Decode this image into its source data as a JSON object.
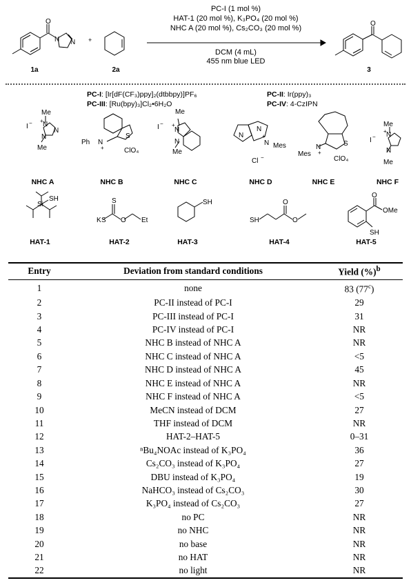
{
  "scheme": {
    "conditions": [
      "PC-I (1 mol %)",
      "HAT-1 (20 mol %), K₃PO₄ (20 mol %)",
      "NHC A (20 mol %), Cs₂CO₃ (20 mol %)",
      "DCM (4 mL)",
      "455 nm blue LED"
    ],
    "compounds": {
      "c1a": "1a",
      "c2a": "2a",
      "c3": "3"
    },
    "plus": "+",
    "atoms": {
      "N": "N",
      "O": "O",
      "S": "S",
      "Si": "Si",
      "SH": "SH",
      "Me": "Me",
      "Mes": "Mes",
      "Ph": "Ph",
      "I": "I",
      "Cl": "Cl",
      "ClO4": "ClO₄",
      "K": "K",
      "Et": "Et",
      "OMe": "OMe",
      "plus": "+",
      "minus": "−"
    }
  },
  "catalysts": {
    "pc1_label": "PC-I",
    "pc1_text": ": [Ir[dF(CF₃)ppy]₂(dtbbpy)]PF₆",
    "pc3_label": "PC-III",
    "pc3_text": ": [Ru(bpy)₃]Cl₂•6H₂O",
    "pc2_label": "PC-II",
    "pc2_text": ": Ir(ppy)₃",
    "pc4_label": "PC-IV",
    "pc4_text": ": 4-CzIPN"
  },
  "nhc_labels": [
    "NHC A",
    "NHC B",
    "NHC C",
    "NHC D",
    "NHC E",
    "NHC F"
  ],
  "hat_labels": [
    "HAT-1",
    "HAT-2",
    "HAT-3",
    "HAT-4",
    "HAT-5"
  ],
  "table": {
    "headers": {
      "entry": "Entry",
      "deviation": "Deviation from standard conditions",
      "yield": "Yield (%)",
      "yield_sup": "b"
    },
    "rows": [
      {
        "entry": "1",
        "deviation": "none",
        "yield": "83 (77",
        "yield_sup": "c",
        "yield_tail": ")"
      },
      {
        "entry": "2",
        "deviation": "PC-II instead of PC-I",
        "yield": "29"
      },
      {
        "entry": "3",
        "deviation": "PC-III instead of PC-I",
        "yield": "31"
      },
      {
        "entry": "4",
        "deviation": "PC-IV instead of PC-I",
        "yield": "NR"
      },
      {
        "entry": "5",
        "deviation": "NHC B instead of NHC A",
        "yield": "NR"
      },
      {
        "entry": "6",
        "deviation": "NHC C instead of NHC A",
        "yield": "<5"
      },
      {
        "entry": "7",
        "deviation": "NHC D instead of NHC A",
        "yield": "45"
      },
      {
        "entry": "8",
        "deviation": "NHC E instead of NHC A",
        "yield": "NR"
      },
      {
        "entry": "9",
        "deviation": "NHC F instead of NHC A",
        "yield": "<5"
      },
      {
        "entry": "10",
        "deviation": "MeCN instead of DCM",
        "yield": "27"
      },
      {
        "entry": "11",
        "deviation": "THF instead of DCM",
        "yield": "NR"
      },
      {
        "entry": "12",
        "deviation": "HAT-2–HAT-5",
        "yield": "0–31"
      },
      {
        "entry": "13",
        "deviation": "ⁿBu₄NOAc instead of K₃PO₄",
        "yield": "36"
      },
      {
        "entry": "14",
        "deviation": "Cs₂CO₃ instead of K₃PO₄",
        "yield": "27"
      },
      {
        "entry": "15",
        "deviation": "DBU instead of K₃PO₄",
        "yield": "19"
      },
      {
        "entry": "16",
        "deviation": "NaHCO₃ instead of Cs₂CO₃",
        "yield": "30"
      },
      {
        "entry": "17",
        "deviation": "K₃PO₄ instead of Cs₂CO₃",
        "yield": "27"
      },
      {
        "entry": "18",
        "deviation": "no PC",
        "yield": "NR"
      },
      {
        "entry": "19",
        "deviation": "no NHC",
        "yield": "NR"
      },
      {
        "entry": "20",
        "deviation": "no base",
        "yield": "NR"
      },
      {
        "entry": "21",
        "deviation": "no HAT",
        "yield": "NR"
      },
      {
        "entry": "22",
        "deviation": "no light",
        "yield": "NR"
      }
    ]
  }
}
